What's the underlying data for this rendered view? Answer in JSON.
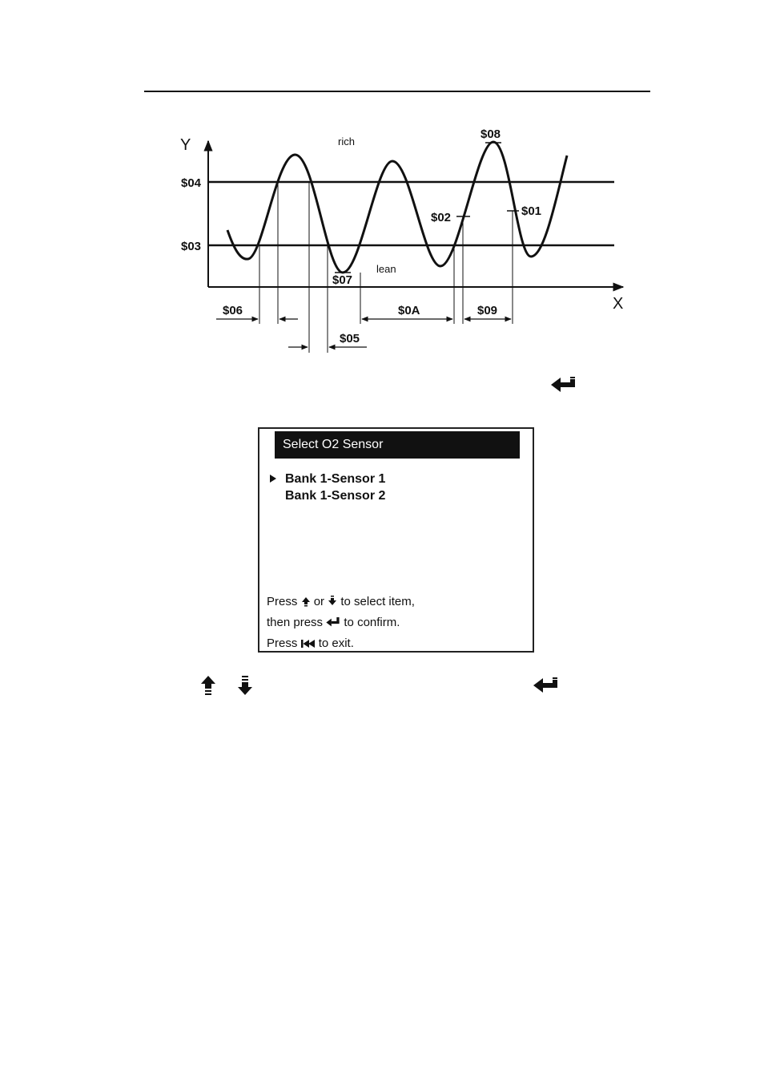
{
  "diagram": {
    "y_axis": "Y",
    "x_axis": "X",
    "rich": "rich",
    "lean": "lean",
    "labels": {
      "s04": "$04",
      "s03": "$03",
      "s08": "$08",
      "s02": "$02",
      "s01": "$01",
      "s07": "$07",
      "s06": "$06",
      "s0A": "$0A",
      "s09": "$09",
      "s05": "$05"
    }
  },
  "screen": {
    "title": "Select O2 Sensor",
    "items": [
      "Bank 1-Sensor 1",
      "Bank 1-Sensor 2"
    ],
    "help": {
      "line1_a": "Press",
      "line1_b": "or",
      "line1_c": "to select item,",
      "line2_a": "then press",
      "line2_b": "to confirm.",
      "line3_a": "Press",
      "line3_b": "to exit."
    }
  },
  "icons": [
    "enter-icon",
    "up-arrow-icon",
    "down-arrow-icon",
    "back-icon"
  ]
}
